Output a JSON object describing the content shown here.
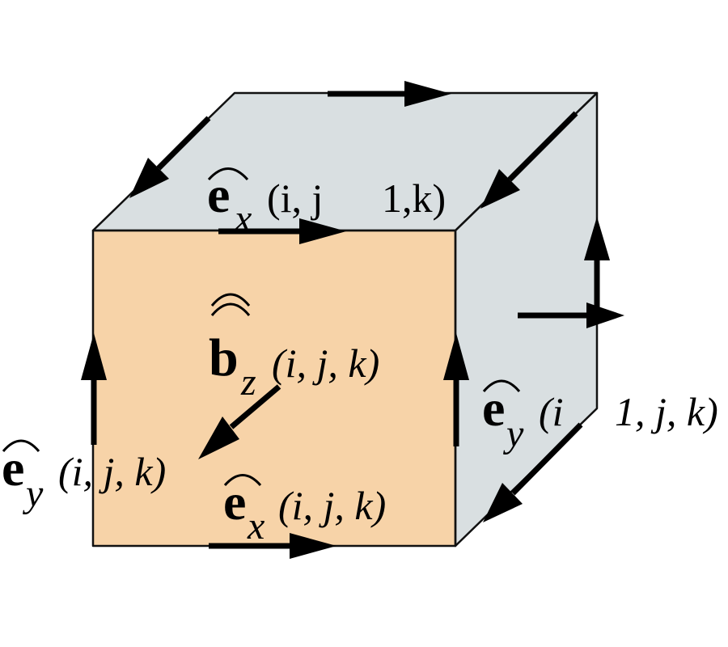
{
  "colors": {
    "front_face": "#f7d3a8",
    "top_face": "#d9dfe1",
    "side_face": "#d9dfe1",
    "edge": "#111111",
    "arrow": "#000000"
  },
  "labels": {
    "ex_top": {
      "sym": "e",
      "sub": "x",
      "args": "(i, j",
      "tail": "1,k)"
    },
    "bz": {
      "sym": "b",
      "sub": "z",
      "args": "(i, j, k)"
    },
    "ey_left": {
      "sym": "e",
      "sub": "y",
      "args": "(i, j, k)"
    },
    "ex_bottom": {
      "sym": "e",
      "sub": "x",
      "args": "(i, j, k)"
    },
    "ey_right": {
      "sym": "e",
      "sub": "y",
      "args": "(i",
      "tail": "1, j, k)"
    }
  }
}
